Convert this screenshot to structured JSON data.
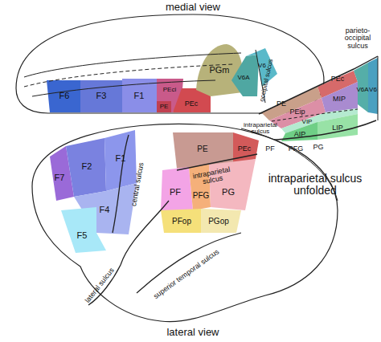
{
  "diagram": {
    "labels": [
      "medial view",
      "F6",
      "F3",
      "F1",
      "PEci",
      "PE",
      "PEc",
      "PGm",
      "V6A",
      "V6",
      "occipital sulcus",
      "parieto-occipital sulcus",
      "PE",
      "PEc",
      "PEip",
      "MIP",
      "V6A",
      "V6",
      "intraparietal sulcus",
      "VIP",
      "AIP",
      "LIP",
      "PF",
      "PFG",
      "PG",
      "intraparietal sulcus unfolded",
      "F7",
      "F2",
      "F1",
      "central sulcus",
      "F4",
      "F5",
      "PE",
      "PEc",
      "intraparietal sulcus",
      "PF",
      "PFG",
      "PG",
      "PFop",
      "PGop",
      "lateral sulcus",
      "superior temporal sulcus",
      "lateral view"
    ]
  }
}
